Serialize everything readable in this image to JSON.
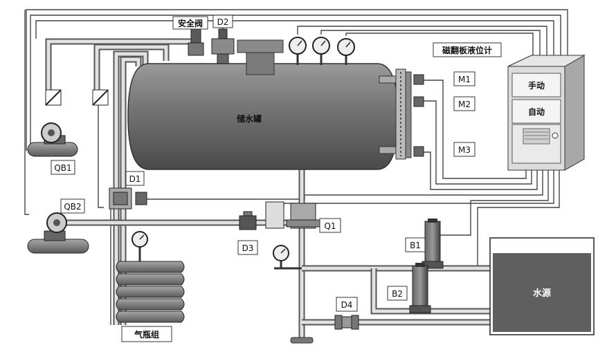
{
  "labels": {
    "safety_valve": "安全阀",
    "d1": "D1",
    "d2": "D2",
    "d3": "D3",
    "d4": "D4",
    "level_gauge": "磁翻板液位计",
    "m1": "M1",
    "m2": "M2",
    "m3": "M3",
    "manual": "手动",
    "auto": "自动",
    "tank": "储水罐",
    "qb1": "QB1",
    "qb2": "QB2",
    "q1": "Q1",
    "b1": "B1",
    "b2": "B2",
    "water_source": "水源",
    "gas_cylinders": "气瓶组"
  },
  "colors": {
    "tank": "#6f6f6f",
    "pipe": "#555555",
    "water": "#5f5f5f",
    "cabinet": "#dcdcdc"
  }
}
